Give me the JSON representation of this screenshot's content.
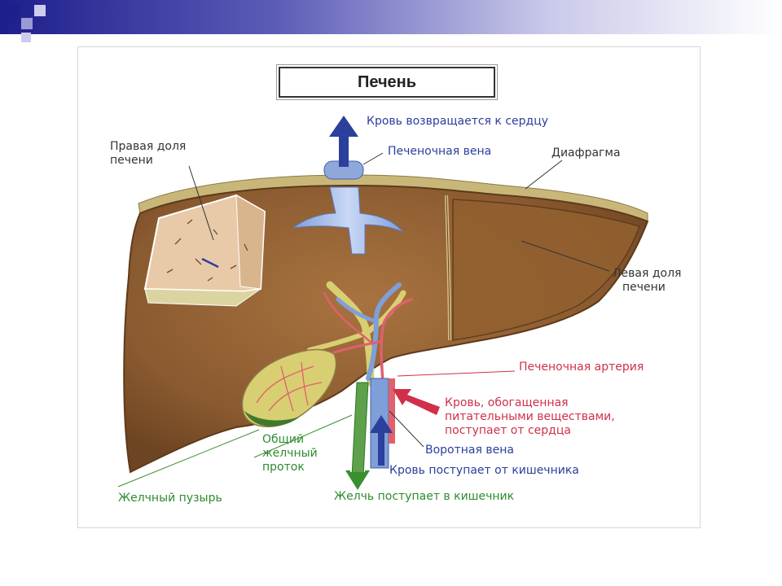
{
  "title": "Печень",
  "labels": {
    "right_lobe": [
      "Правая доля",
      "печени"
    ],
    "blood_returns": "Кровь возвращается к сердцу",
    "hepatic_vein": "Печеночная вена",
    "diaphragm": "Диафрагма",
    "left_lobe": [
      "Левая доля",
      "печени"
    ],
    "hepatic_artery": "Печеночная артерия",
    "enriched_blood": [
      "Кровь, обогащенная",
      "питательными веществами,",
      "поступает от сердца"
    ],
    "common_bile_duct": [
      "Общий",
      "желчный",
      "проток"
    ],
    "portal_vein": "Воротная вена",
    "blood_from_intestine": "Кровь поступает от кишечника",
    "gallbladder": "Желчный пузырь",
    "bile_to_intestine": "Желчь поступает в кишечник"
  },
  "colors": {
    "liver": "#8a5a30",
    "vein_blue": "#2b3f9c",
    "artery_red": "#d0304a",
    "bile_green": "#3a8f2e"
  }
}
